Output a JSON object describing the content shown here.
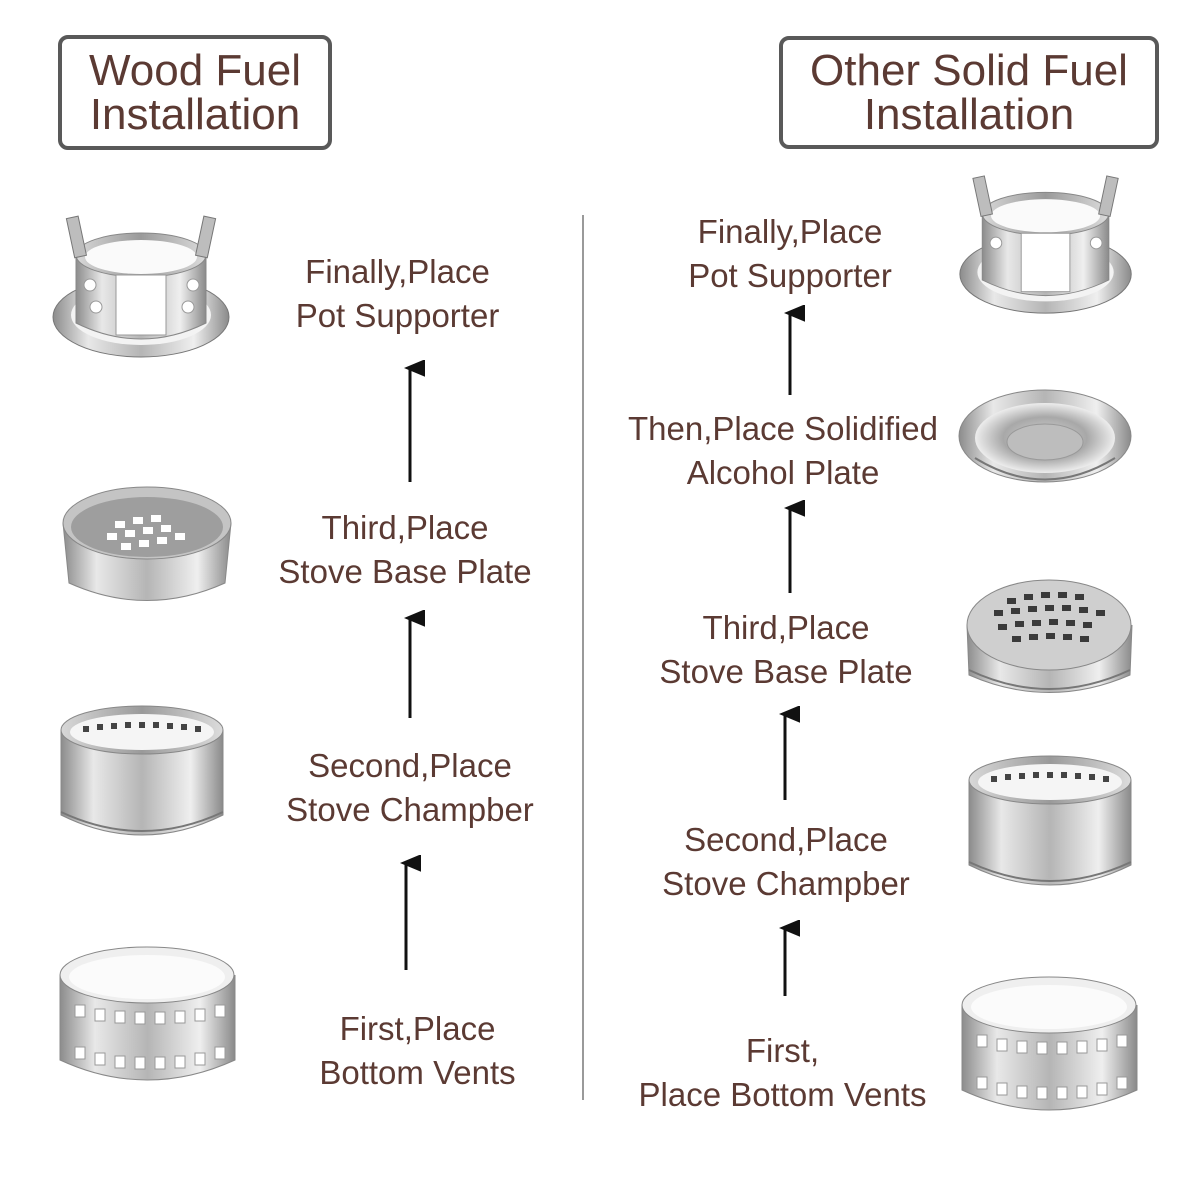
{
  "wood": {
    "title_line1": "Wood Fuel",
    "title_line2": "Installation",
    "steps": [
      {
        "line1": "Finally,Place",
        "line2": "Pot Supporter"
      },
      {
        "line1": "Third,Place",
        "line2": "Stove Base Plate"
      },
      {
        "line1": "Second,Place",
        "line2": "Stove Champber"
      },
      {
        "line1": "First,Place",
        "line2": "Bottom Vents"
      }
    ]
  },
  "solid": {
    "title_line1": "Other Solid Fuel",
    "title_line2": "Installation",
    "steps": [
      {
        "line1": "Finally,Place",
        "line2": "Pot Supporter"
      },
      {
        "line1": "Then,Place Solidified",
        "line2": "Alcohol Plate"
      },
      {
        "line1": "Third,Place",
        "line2": "Stove Base Plate"
      },
      {
        "line1": "Second,Place",
        "line2": "Stove Champber"
      },
      {
        "line1": "First,",
        "line2": "Place Bottom Vents"
      }
    ]
  },
  "colors": {
    "text": "#5b3a33",
    "border": "#595959",
    "steel": "#c9c9c9"
  }
}
